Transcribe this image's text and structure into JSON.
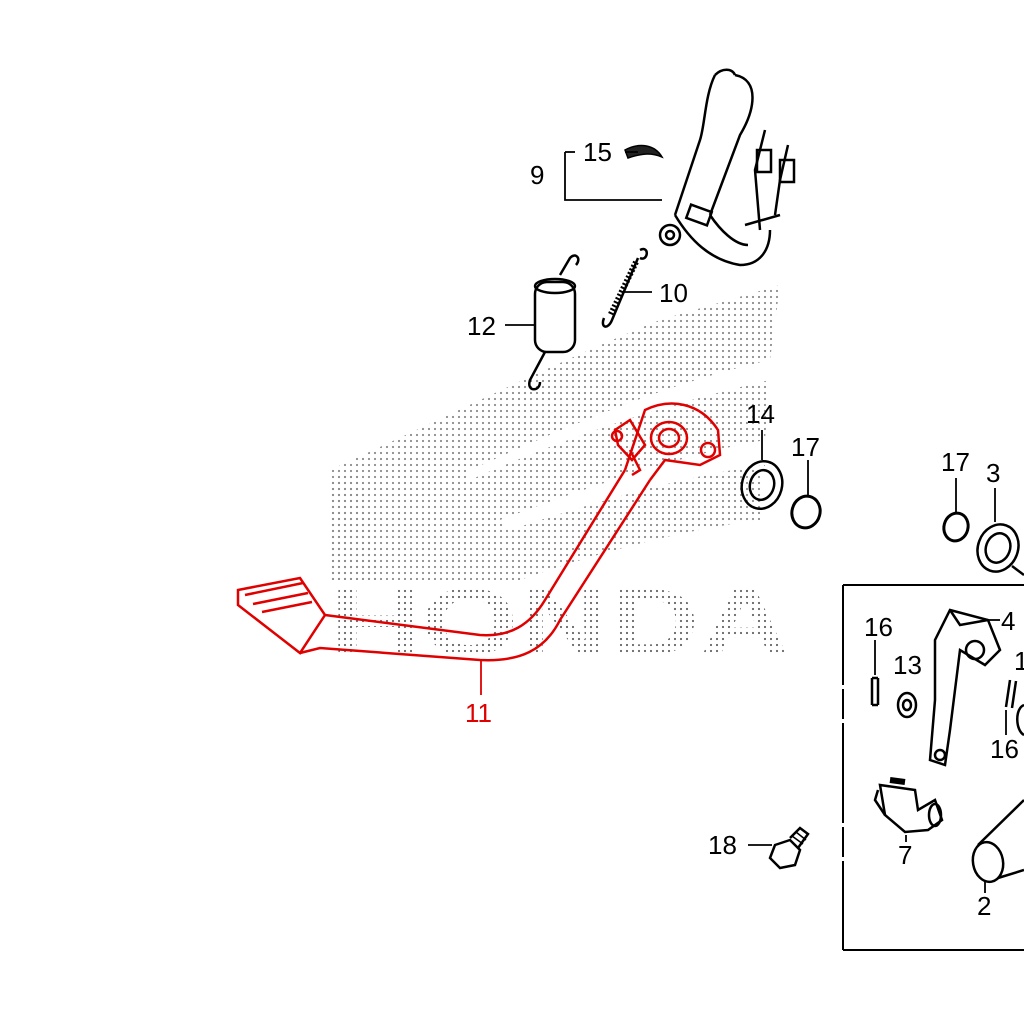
{
  "diagram": {
    "watermark": {
      "text": "HONDA",
      "color": "#555555"
    },
    "highlight_color": "#e00000",
    "labels": {
      "l2": "2",
      "l3": "3",
      "l4": "4",
      "l7": "7",
      "l9": "9",
      "l10": "10",
      "l11": "11",
      "l12": "12",
      "l13": "13",
      "l14": "14",
      "l15": "15",
      "l16a": "16",
      "l16b": "16",
      "l17a": "17",
      "l17b": "17",
      "l18": "18",
      "l1partial": "1"
    }
  }
}
